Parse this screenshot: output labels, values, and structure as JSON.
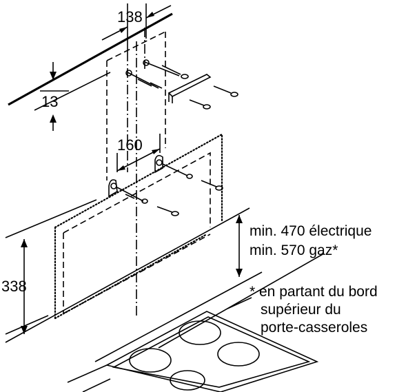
{
  "dimensions": {
    "bracket_spacing": "138",
    "wall_offset": "13",
    "hook_spacing": "160",
    "hood_height": "338"
  },
  "note": {
    "min_electric": "min. 470 électrique",
    "min_gas": "min. 570 gaz*",
    "footnote_line1": "* en partant du bord",
    "footnote_line2": "supérieur du",
    "footnote_line3": "porte-casseroles"
  }
}
